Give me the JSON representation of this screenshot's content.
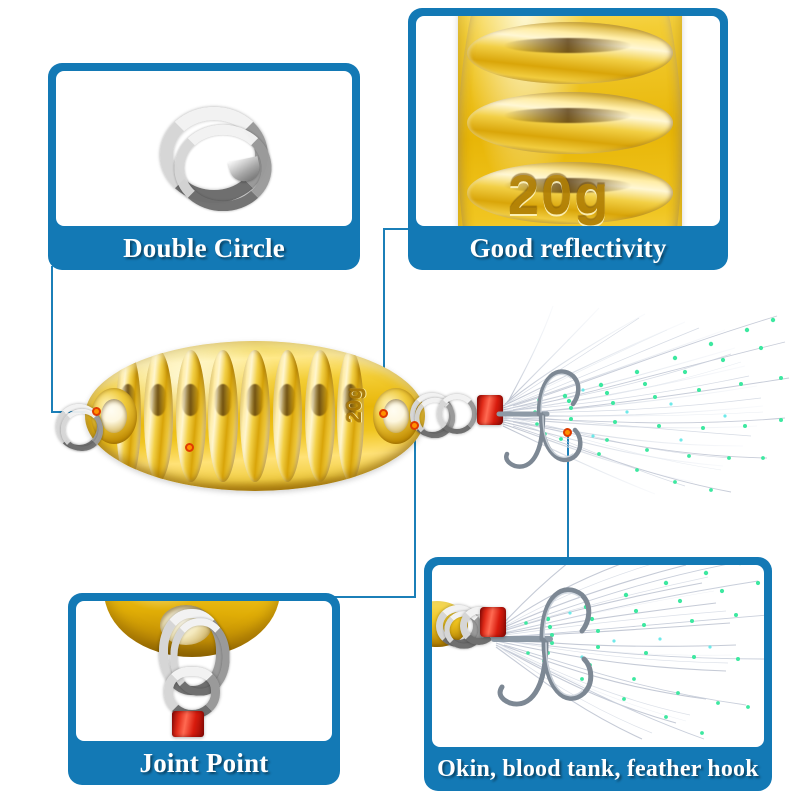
{
  "page": {
    "kind": "product-infographic",
    "subject": "gold spoon fishing lure with feather treble hook",
    "background_color": "#ffffff",
    "accent_blue": "#1379b5",
    "marker_color": "#ff9100"
  },
  "callouts": [
    {
      "id": "double-circle",
      "caption": "Double Circle",
      "photo_alt": "close-up of stainless steel split ring"
    },
    {
      "id": "good-reflectivity",
      "caption": "Good reflectivity",
      "photo_alt": "macro close-up of ribbed gold blade stamped 20g",
      "stamp": "20g"
    },
    {
      "id": "joint-point",
      "caption": "Joint Point",
      "photo_alt": "close-up of split ring joining gold blade to hook eye"
    },
    {
      "id": "feather-hook",
      "caption": "Okin, blood tank, feather hook",
      "photo_alt": "close-up of treble hook with red collar and white feather dressing"
    }
  ],
  "product": {
    "weight_stamp": "20g",
    "blade_color": "#e8b608",
    "collar_color": "#e02a18",
    "hook_color": "#8e9aa6",
    "feather_color": "#ffffff",
    "feather_dot_color": "#3de8a0",
    "ring_color": "#c9cdd2"
  }
}
